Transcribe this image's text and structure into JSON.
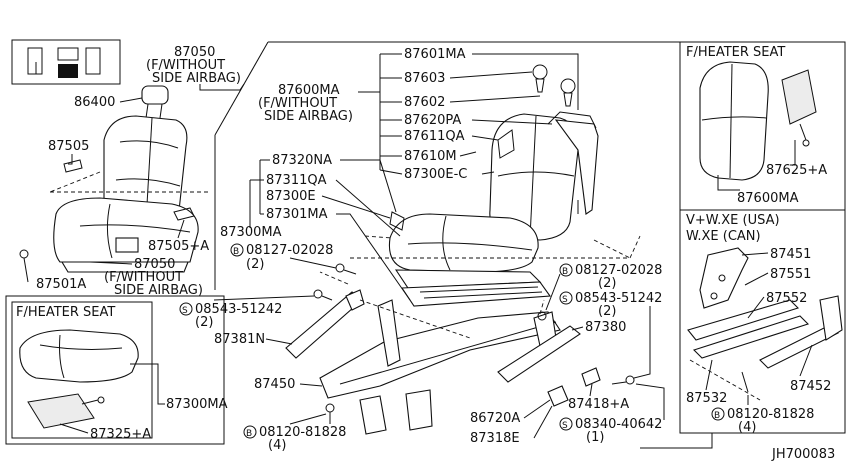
{
  "diagram": {
    "ref_code": "JH700083",
    "heater_top": {
      "title": "F/HEATER SEAT",
      "parts": [
        "87625+A",
        "87600MA"
      ]
    },
    "heater_bottom": {
      "title": "F/HEATER SEAT",
      "parts": [
        "87300MA",
        "87325+A"
      ]
    },
    "vxe_box": {
      "line1": "V+W.XE (USA)",
      "line2": "W.XE (CAN)",
      "parts": [
        "87451",
        "87551",
        "87552",
        "87532",
        "87452",
        "08120-81828",
        "(4)"
      ]
    },
    "labels": {
      "p87050_top": "87050",
      "p87050_top_note1": "(F/WITHOUT",
      "p87050_top_note2": "SIDE AIRBAG)",
      "p86400": "86400",
      "p87505": "87505",
      "p87505a": "87505+A",
      "p87501a": "87501A",
      "p87050_bot": "87050",
      "p87050_bot_note1": "(F/WITHOUT",
      "p87050_bot_note2": "SIDE AIRBAG)",
      "p87601ma": "87601MA",
      "p87603": "87603",
      "p87600ma": "87600MA",
      "p87600ma_note1": "(F/WITHOUT",
      "p87600ma_note2": "SIDE AIRBAG)",
      "p87602": "87602",
      "p87620pa": "87620PA",
      "p87611qa": "87611QA",
      "p87610m": "87610M",
      "p87300ec": "87300E-C",
      "p87320na": "87320NA",
      "p87311qa": "87311QA",
      "p87300e": "87300E",
      "p87301ma": "87301MA",
      "p87300ma": "87300MA",
      "b08127_left": "08127-02028",
      "b08127_left_q": "(2)",
      "s08543_left": "08543-51242",
      "s08543_left_q": "(2)",
      "p87381n": "87381N",
      "p87450": "87450",
      "b08120": "08120-81828",
      "b08120_q": "(4)",
      "b08127_right": "08127-02028",
      "b08127_right_q": "(2)",
      "s08543_right": "08543-51242",
      "s08543_right_q": "(2)",
      "p87380": "87380",
      "p86720a": "86720A",
      "p87418a": "87418+A",
      "p87318e": "87318E",
      "s08340": "08340-40642",
      "s08340_q": "(1)"
    }
  }
}
